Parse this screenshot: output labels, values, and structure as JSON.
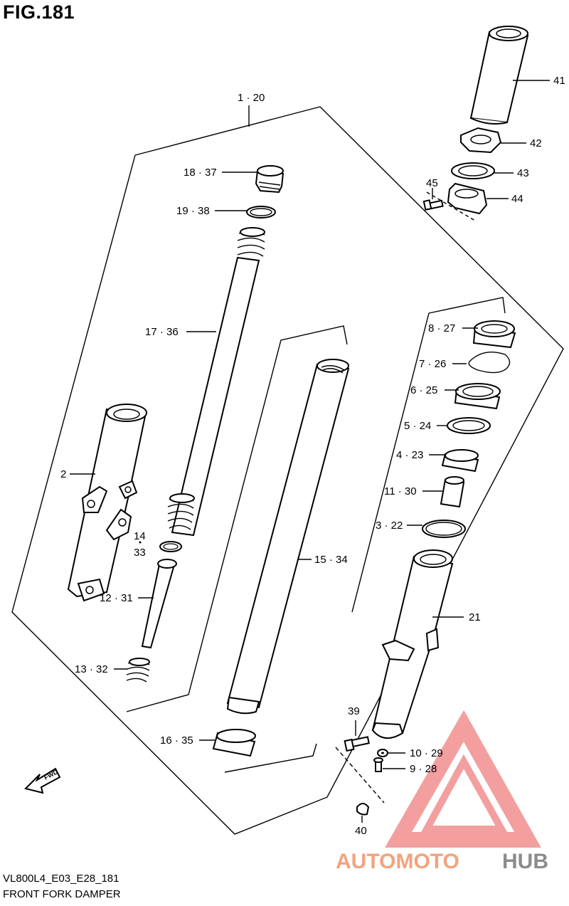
{
  "figure": {
    "title": "FIG.181"
  },
  "footer": {
    "code": "VL800L4_E03_E28_181",
    "name": "FRONT FORK DAMPER"
  },
  "labels": {
    "l1_20": "1 · 20",
    "l18_37": "18 · 37",
    "l19_38": "19 · 38",
    "l17_36": "17 · 36",
    "l2": "2",
    "l14": "14",
    "l33": "33",
    "l12_31": "12 · 31",
    "l13_32": "13 · 32",
    "l15_34": "15 · 34",
    "l16_35": "16 · 35",
    "l41": "41",
    "l42": "42",
    "l43": "43",
    "l44": "44",
    "l45": "45",
    "l8_27": "8 · 27",
    "l7_26": "7 · 26",
    "l6_25": "6 · 25",
    "l5_24": "5 · 24",
    "l4_23": "4 · 23",
    "l11_30": "11 · 30",
    "l3_22": "3 · 22",
    "l21": "21",
    "l39": "39",
    "l10_29": "10 · 29",
    "l9_28": "9 · 28",
    "l40": "40"
  },
  "direction_badge": "FWD",
  "watermark": {
    "text_a": "AUTOMOTO",
    "text_b": "HUB",
    "color_a": "#f3a37e",
    "color_b": "#8c8c8c",
    "triangle_color": "#f08080"
  }
}
